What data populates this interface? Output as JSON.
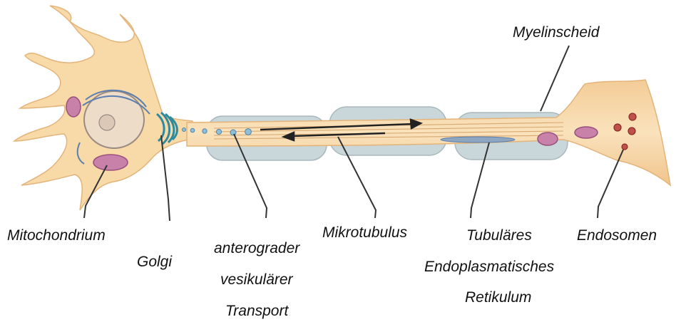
{
  "labels": {
    "myelin": "Myelinscheid",
    "mitochondrium": "Mitochondrium",
    "golgi": "Golgi",
    "anterograde_line1": "anterograder",
    "anterograde_line2": "vesikulärer",
    "anterograde_line3": "Transport",
    "mikrotubulus": "Mikrotubulus",
    "er_line1": "Tubuläres",
    "er_line2": "Endoplasmatisches",
    "er_line3": "Retikulum",
    "endosomen": "Endosomen"
  },
  "colors": {
    "cytoplasm": "#f8d9a8",
    "cytoplasm_edge": "#e8b878",
    "myelin": "#bcccd0",
    "myelin_edge": "#98acb2",
    "nucleus": "#ecdcc8",
    "golgi": "#3f9fb0",
    "mitochondrion": "#c882aa",
    "endosome": "#c0504a",
    "vesicle": "#8fbfd8",
    "leader": "#333333"
  }
}
